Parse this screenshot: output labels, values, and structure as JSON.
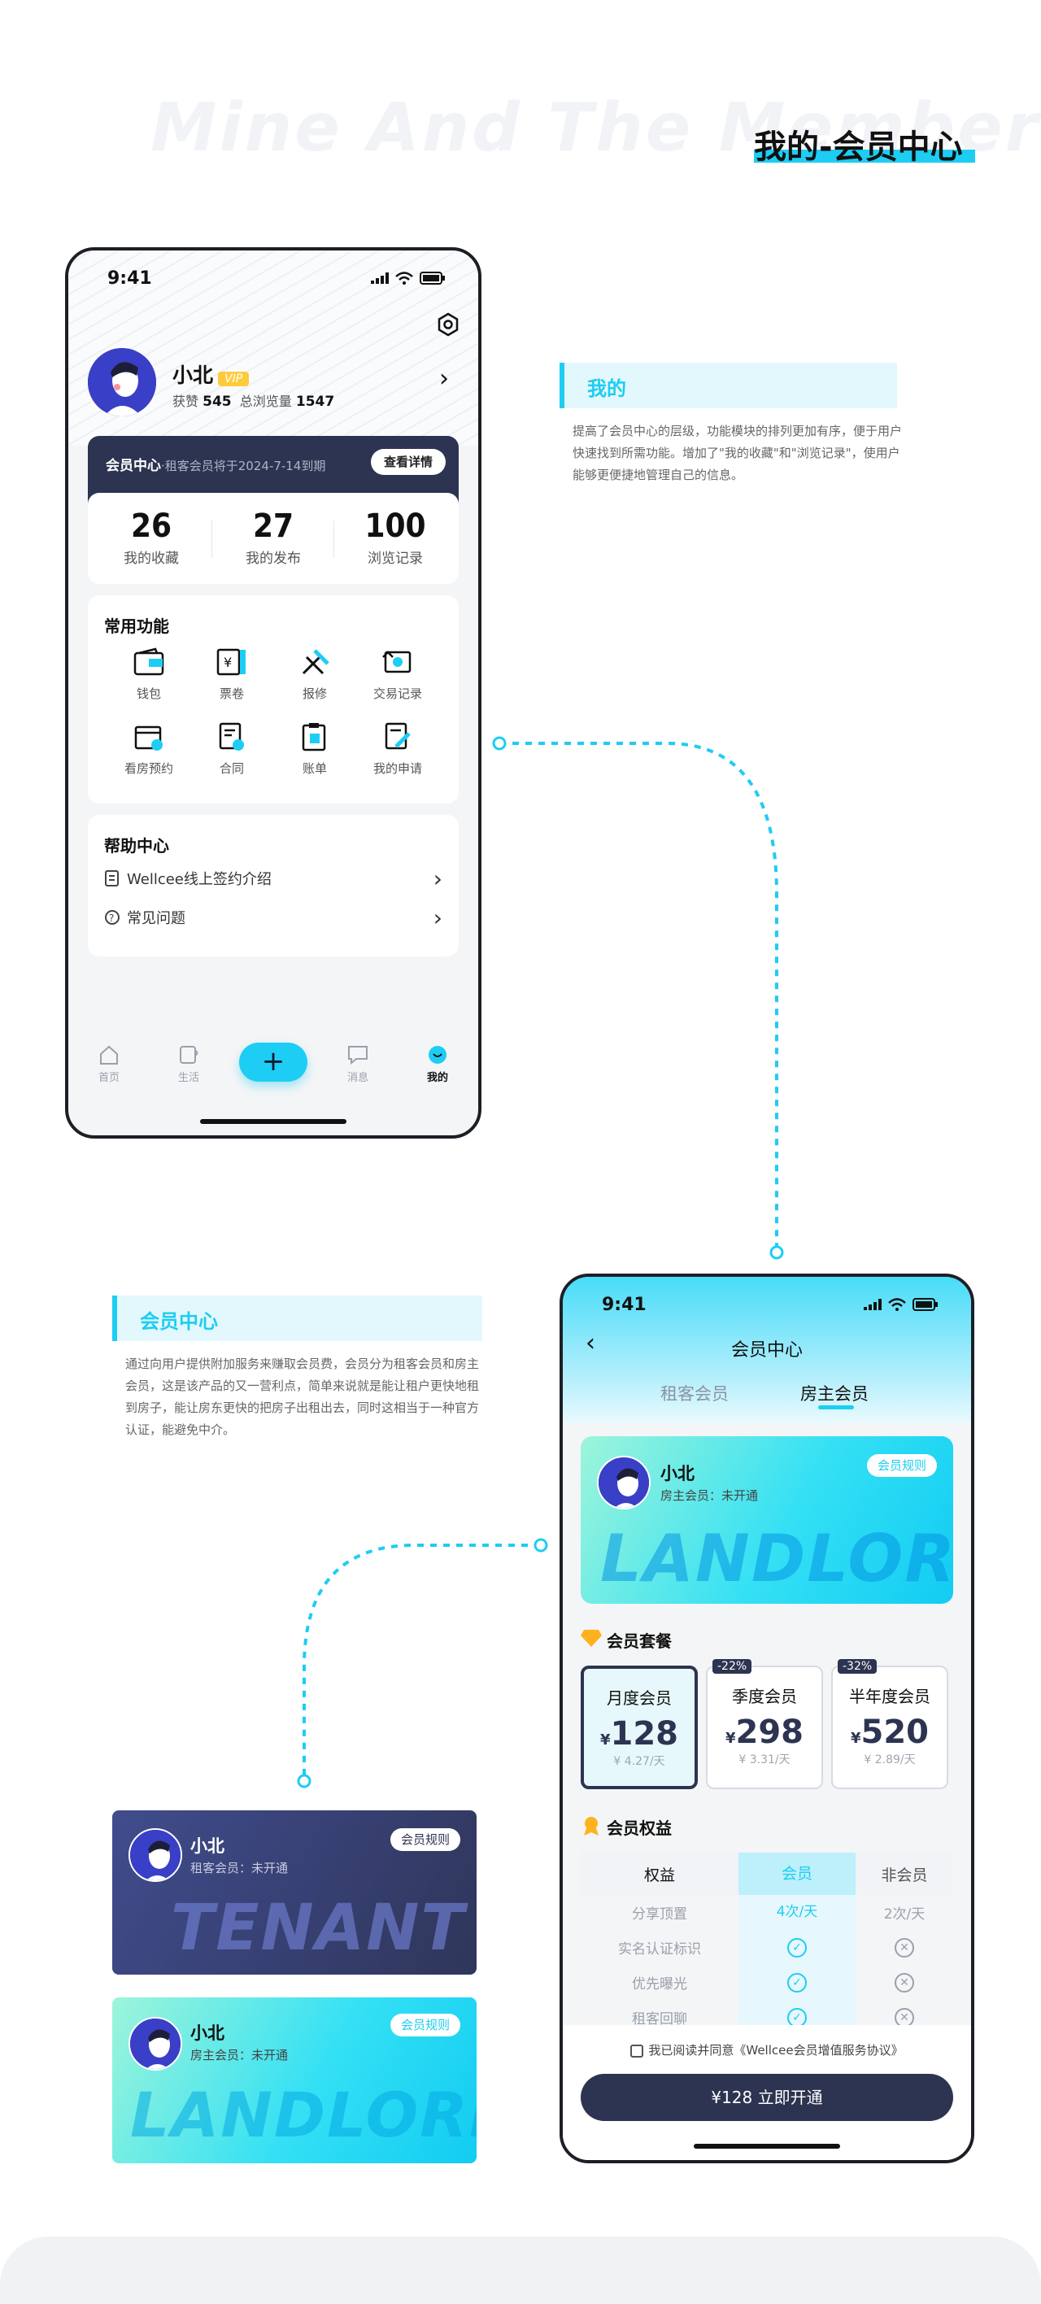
{
  "page": {
    "bg_title": "Mine And The Member Center",
    "title": "我的-会员中心"
  },
  "phone1": {
    "time": "9:41",
    "user": {
      "name": "小北",
      "badge": "VIP",
      "likes_label": "获赞",
      "likes": "545",
      "views_label": "总浏览量",
      "views": "1547"
    },
    "member_bar": {
      "title": "会员中心",
      "note": "·租客会员将于2024-7-14到期",
      "button": "查看详情"
    },
    "stats": [
      {
        "value": "26",
        "label": "我的收藏"
      },
      {
        "value": "27",
        "label": "我的发布"
      },
      {
        "value": "100",
        "label": "浏览记录"
      }
    ],
    "functions_title": "常用功能",
    "functions": [
      "钱包",
      "票卷",
      "报修",
      "交易记录",
      "看房预约",
      "合同",
      "账单",
      "我的申请"
    ],
    "help_title": "帮助中心",
    "help_items": [
      "Wellcee线上签约介绍",
      "常见问题"
    ],
    "tabs": [
      "首页",
      "生活",
      "消息",
      "我的"
    ],
    "plus": "+"
  },
  "desc_mine": {
    "title": "我的",
    "text": "提高了会员中心的层级，功能模块的排列更加有序，便于用户快速找到所需功能。增加了\"我的收藏\"和\"浏览记录\"，使用户能够更便捷地管理自己的信息。"
  },
  "desc_member": {
    "title": "会员中心",
    "text": "通过向用户提供附加服务来赚取会员费，会员分为租客会员和房主会员，这是该产品的又一营利点，简单来说就是能让租户更快地租到房子，能让房东更快的把房子出租出去，同时这相当于一种官方认证，能避免中介。"
  },
  "phone2": {
    "time": "9:41",
    "nav_title": "会员中心",
    "back": "‹",
    "segments": [
      "租客会员",
      "房主会员"
    ],
    "card": {
      "name": "小北",
      "status": "房主会员：未开通",
      "rules": "会员规则",
      "word": "LANDLORD"
    },
    "packages_title": "会员套餐",
    "packages": [
      {
        "name": "月度会员",
        "currency": "¥",
        "price": "128",
        "per_day": "¥ 4.27/天",
        "discount": ""
      },
      {
        "name": "季度会员",
        "currency": "¥",
        "price": "298",
        "per_day": "¥ 3.31/天",
        "discount": "-22%"
      },
      {
        "name": "半年度会员",
        "currency": "¥",
        "price": "520",
        "per_day": "¥ 2.89/天",
        "discount": "-32%"
      }
    ],
    "benefits_title": "会员权益",
    "benefits_head": [
      "权益",
      "会员",
      "非会员"
    ],
    "benefits": [
      {
        "name": "分享顶置",
        "member": "4次/天",
        "non": "2次/天"
      },
      {
        "name": "实名认证标识",
        "member": "✓",
        "non": "✕"
      },
      {
        "name": "优先曝光",
        "member": "✓",
        "non": "✕"
      },
      {
        "name": "租客回聊",
        "member": "✓",
        "non": "✕"
      }
    ],
    "agree_text": "我已阅读并同意《Wellcee会员增值服务协议》",
    "cta": "¥128 立即开通"
  },
  "samples": [
    {
      "name": "小北",
      "status": "租客会员：未开通",
      "rules": "会员规则",
      "word": "TENANT"
    },
    {
      "name": "小北",
      "status": "房主会员：未开通",
      "rules": "会员规则",
      "word": "LANDLORD"
    }
  ],
  "colors": {
    "accent": "#1dcdf3",
    "navy": "#2d3451",
    "vip": "#ffcb3d"
  }
}
